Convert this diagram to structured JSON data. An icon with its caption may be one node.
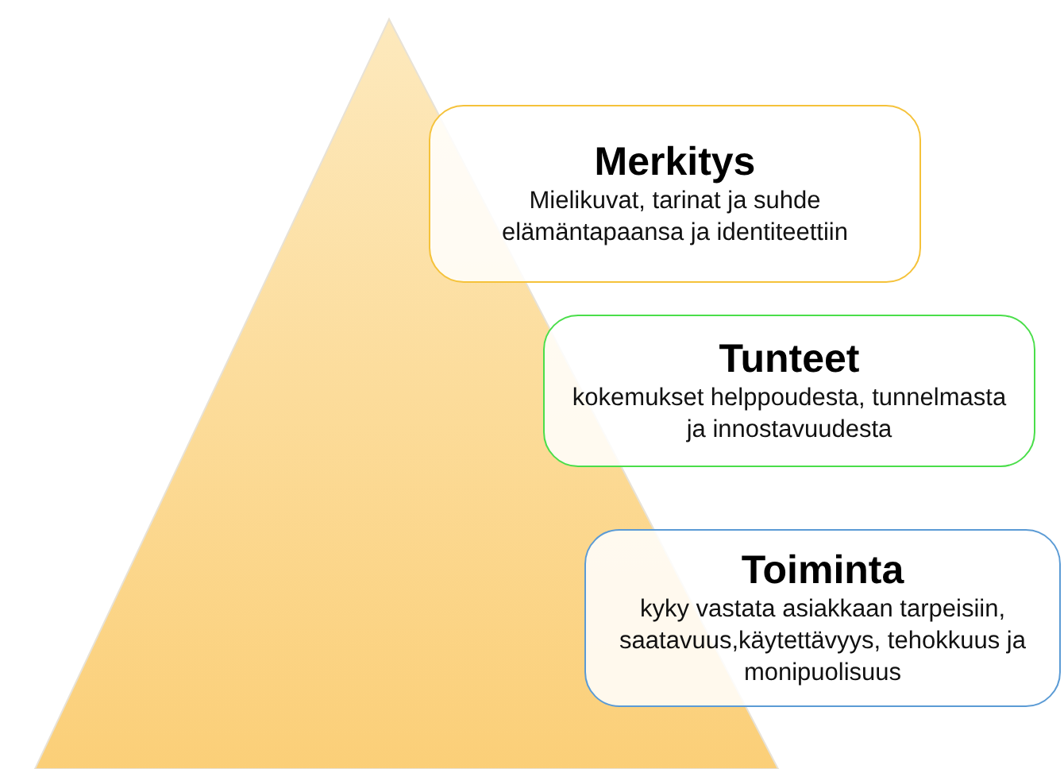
{
  "diagram": {
    "nodes": [
      {
        "text": [
          "Merkitys",
          "Mielikuvat, tarinat ja suhde elämäntapaansa ja identiteettiin"
        ]
      },
      {
        "text": [
          "Tunteet",
          "kokemukset helppoudesta, tunnelmasta ja innostavuudesta"
        ]
      },
      {
        "text": [
          "Toiminta",
          "kyky vastata asiakkaan tarpeisiin, saatavuus,käytettävyys, tehokkuus ja monipuolisuus"
        ]
      }
    ],
    "edges": []
  }
}
